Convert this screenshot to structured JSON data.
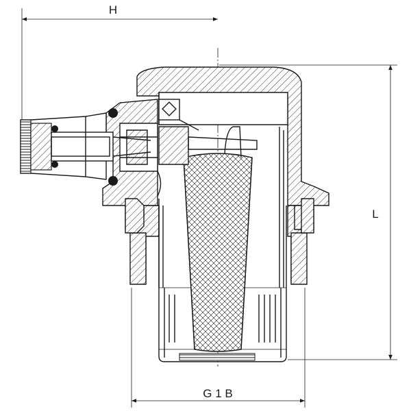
{
  "drawing": {
    "dimensions": {
      "height_label": "H",
      "length_label": "L",
      "thread_label": "G 1 B"
    }
  }
}
